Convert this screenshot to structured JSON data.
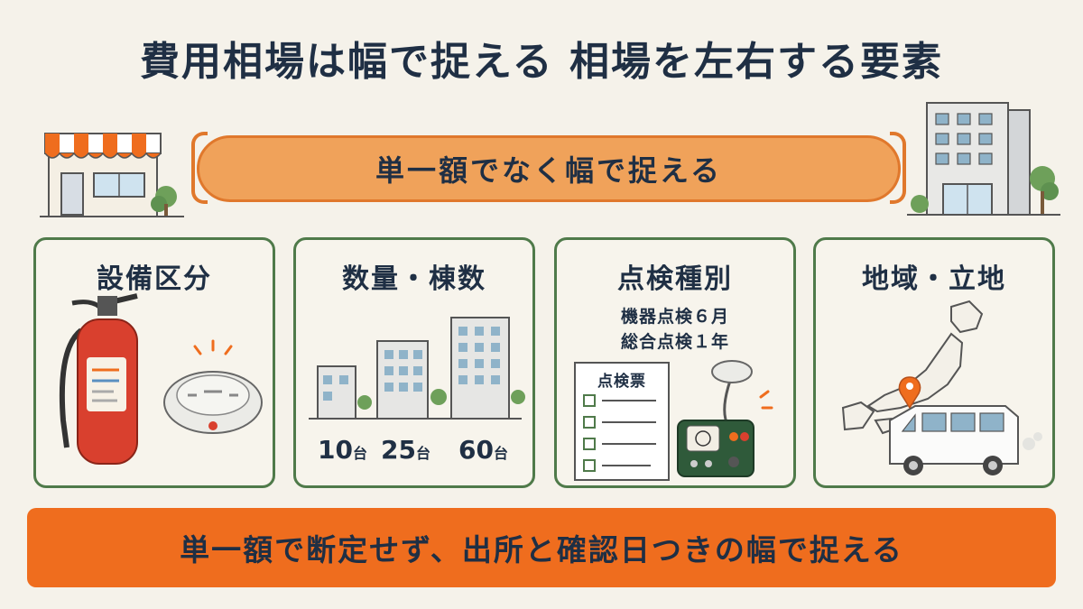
{
  "title": "費用相場は幅で捉える 相場を左右する要素",
  "banner": "単一額でなく幅で捉える",
  "cards": [
    {
      "title": "設備区分"
    },
    {
      "title": "数量・棟数",
      "counts": [
        {
          "num": "10",
          "unit": "台"
        },
        {
          "num": "25",
          "unit": "台"
        },
        {
          "num": "60",
          "unit": "台"
        }
      ]
    },
    {
      "title": "点検種別",
      "lines": [
        "機器点検６月",
        "総合点検１年"
      ],
      "form_label": "点検票"
    },
    {
      "title": "地域・立地"
    }
  ],
  "footer": "単一額で断定せず、出所と確認日つきの幅で捉える",
  "colors": {
    "accent": "#ef6d1e",
    "card_border": "#4f7a4a",
    "text": "#1f2f44",
    "pill": "#f0a25a"
  }
}
